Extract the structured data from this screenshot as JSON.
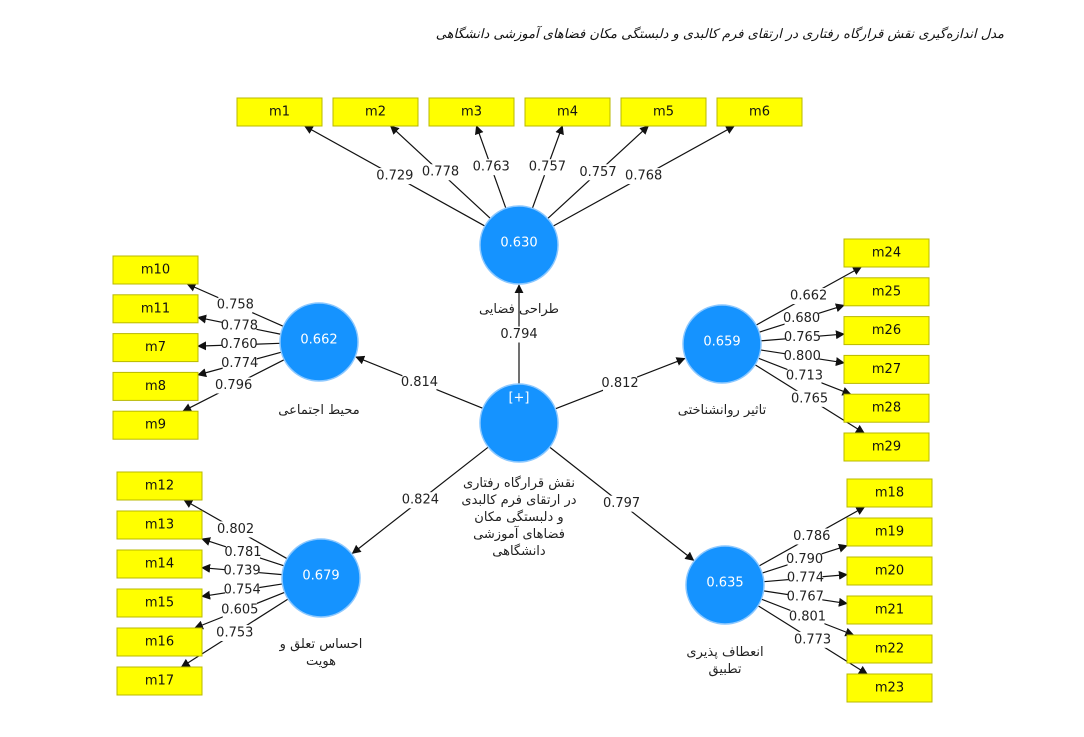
{
  "title": "مدل اندازه‌گیری نقش قرارگاه رفتاری در ارتقای فرم کالبدی و دلبستگی مکان فضاهای آموزشی دانشگاهی",
  "colors": {
    "construct": "#1593ff",
    "indicator": "#ffff00"
  },
  "central": {
    "id": "central",
    "marker": "[+]",
    "label": [
      "نقش قرارگاه رفتاری",
      "در ارتقای فرم کالبدی",
      "و دلبستگی مکان",
      "فضاهای آموزشی",
      "دانشگاهی"
    ]
  },
  "constructs": [
    {
      "id": "spatial",
      "value": "0.630",
      "label": [
        "طراحی فضایی"
      ],
      "path_coef": "0.794",
      "indicators": [
        {
          "name": "m1",
          "loading": "0.729"
        },
        {
          "name": "m2",
          "loading": "0.778"
        },
        {
          "name": "m3",
          "loading": "0.763"
        },
        {
          "name": "m4",
          "loading": "0.757"
        },
        {
          "name": "m5",
          "loading": "0.757"
        },
        {
          "name": "m6",
          "loading": "0.768"
        }
      ]
    },
    {
      "id": "social",
      "value": "0.662",
      "label": [
        "محیط اجتماعی"
      ],
      "path_coef": "0.814",
      "indicators": [
        {
          "name": "m10",
          "loading": "0.758"
        },
        {
          "name": "m11",
          "loading": "0.778"
        },
        {
          "name": "m7",
          "loading": "0.760"
        },
        {
          "name": "m8",
          "loading": "0.774"
        },
        {
          "name": "m9",
          "loading": "0.796"
        }
      ]
    },
    {
      "id": "psych",
      "value": "0.659",
      "label": [
        "تاثیر روانشناختی"
      ],
      "path_coef": "0.812",
      "indicators": [
        {
          "name": "m24",
          "loading": "0.662"
        },
        {
          "name": "m25",
          "loading": "0.680"
        },
        {
          "name": "m26",
          "loading": "0.765"
        },
        {
          "name": "m27",
          "loading": "0.800"
        },
        {
          "name": "m28",
          "loading": "0.713"
        },
        {
          "name": "m29",
          "loading": "0.765"
        }
      ]
    },
    {
      "id": "belonging",
      "value": "0.679",
      "label": [
        "احساس تعلق و",
        "هویت"
      ],
      "path_coef": "0.824",
      "indicators": [
        {
          "name": "m12",
          "loading": "0.802"
        },
        {
          "name": "m13",
          "loading": "0.781"
        },
        {
          "name": "m14",
          "loading": "0.739"
        },
        {
          "name": "m15",
          "loading": "0.754"
        },
        {
          "name": "m16",
          "loading": "0.605"
        },
        {
          "name": "m17",
          "loading": "0.753"
        }
      ]
    },
    {
      "id": "flex",
      "value": "0.635",
      "label": [
        "انعطاف پذیری",
        "تطبیق"
      ],
      "path_coef": "0.797",
      "indicators": [
        {
          "name": "m18",
          "loading": "0.786"
        },
        {
          "name": "m19",
          "loading": "0.790"
        },
        {
          "name": "m20",
          "loading": "0.774"
        },
        {
          "name": "m21",
          "loading": "0.767"
        },
        {
          "name": "m22",
          "loading": "0.801"
        },
        {
          "name": "m23",
          "loading": "0.773"
        }
      ]
    }
  ]
}
